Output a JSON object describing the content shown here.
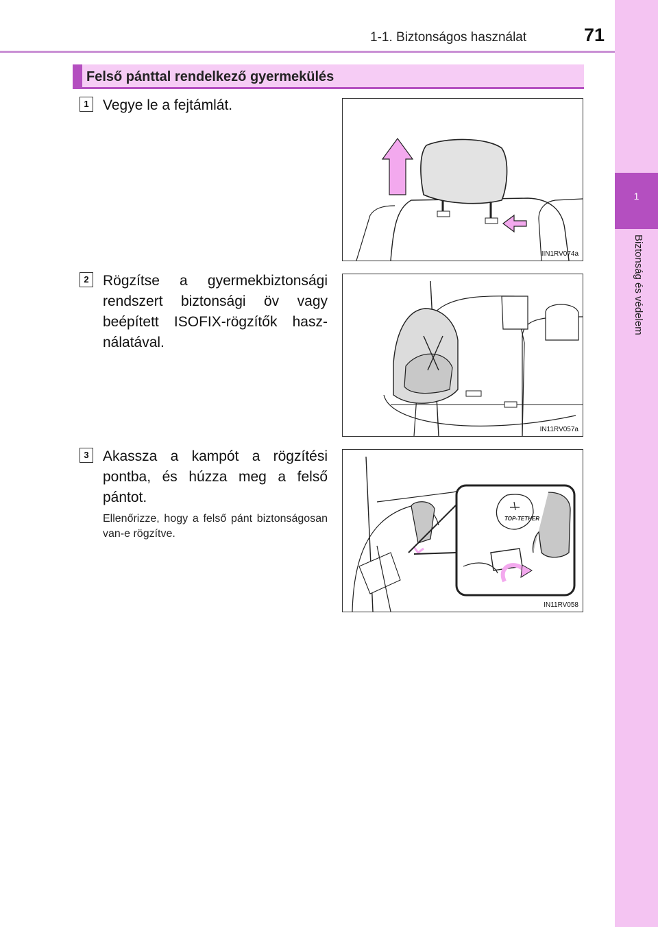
{
  "header": {
    "section_ref": "1-1. Biztonságos használat",
    "page_number": "71"
  },
  "sidebar": {
    "chapter_number": "1",
    "chapter_title": "Biztonság és védelem"
  },
  "section": {
    "title": "Felső pánttal rendelkező gyermekülés"
  },
  "steps": [
    {
      "number": "1",
      "text": "Vegye le a fejtámlát.",
      "figure_code": "IIN1RV074a"
    },
    {
      "number": "2",
      "text": "Rögzítse a gyermekbiztonsági rendszert biztonsági öv vagy beépített ISOFIX-rögzítők hasz­nálatával.",
      "figure_code": "IN11RV057a"
    },
    {
      "number": "3",
      "text": "Akassza a kampót a rögzítési pontba, és húzza meg a felső pántot.",
      "note": "Ellenőrizze, hogy a felső pánt biz­tonságosan van-e rögzítve.",
      "figure_code": "IN11RV058",
      "inset_label": "TOP-TETHER"
    }
  ],
  "colors": {
    "accent": "#b44fc0",
    "section_fill": "#f6ccf5",
    "strip": "#f4c4f2",
    "arrow_pink": "#f3a9ee"
  }
}
